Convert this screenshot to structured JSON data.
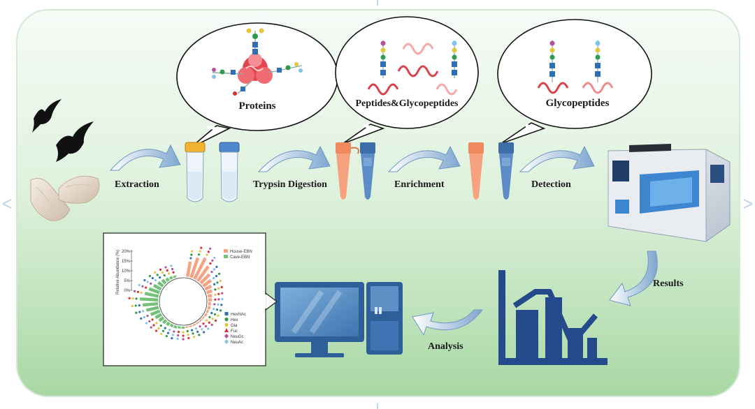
{
  "steps": {
    "extraction": "Extraction",
    "digestion": "Trypsin Digestion",
    "enrichment": "Enrichment",
    "detection": "Detection",
    "results": "Results",
    "analysis": "Analysis"
  },
  "bubbles": {
    "proteins": "Proteins",
    "peptides": "Peptides&Glycopeptides",
    "glycopeptides": "Glycopeptides"
  },
  "inset": {
    "ylabel": "Relative Abundance (%)",
    "yticks": [
      "20%",
      "15%",
      "10%",
      "5%",
      "0%"
    ],
    "groups": [
      {
        "name": "House-EBN",
        "color": "#f4a283"
      },
      {
        "name": "Cave-EBN",
        "color": "#74c27a"
      }
    ],
    "monosaccharides": [
      {
        "name": "HexNAc",
        "color": "#2f6fb3",
        "shape": "square"
      },
      {
        "name": "Hex",
        "color": "#2e9a4a",
        "shape": "circle"
      },
      {
        "name": "Gla",
        "color": "#e3c640",
        "shape": "circle"
      },
      {
        "name": "Fuc",
        "color": "#d93030",
        "shape": "triangle"
      },
      {
        "name": "NeuGc",
        "color": "#b4509c",
        "shape": "diamond"
      },
      {
        "name": "NeuAc",
        "color": "#7fc4e8",
        "shape": "diamond"
      }
    ]
  },
  "colors": {
    "arrow": "#7ea6cf",
    "background_top": "#f6fbf7",
    "background_bottom": "#a8d8a4",
    "chart_blue": "#244a8c",
    "peptide_red": "#d8434b"
  }
}
